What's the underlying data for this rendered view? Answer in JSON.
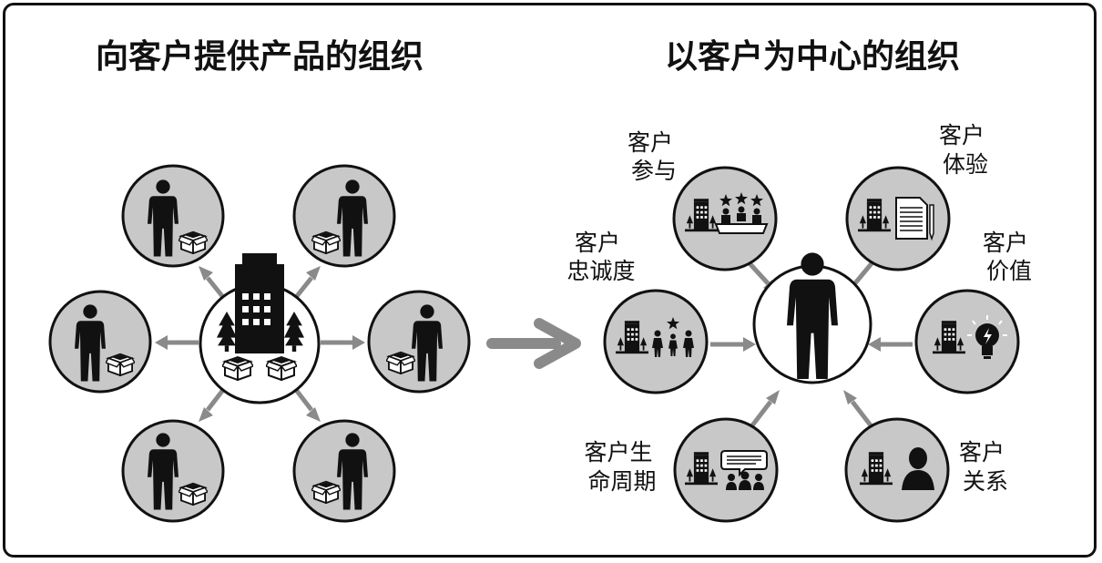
{
  "left_panel": {
    "title": "向客户提供产品的组织"
  },
  "right_panel": {
    "title": "以客户为中心的组织",
    "nodes": [
      {
        "id": "engagement",
        "lines": [
          "客户",
          "参与"
        ]
      },
      {
        "id": "experience",
        "lines": [
          "客户",
          "体验"
        ]
      },
      {
        "id": "loyalty",
        "lines": [
          "客户",
          "忠诚度"
        ]
      },
      {
        "id": "value",
        "lines": [
          "客户",
          "价值"
        ]
      },
      {
        "id": "lifecycle",
        "lines": [
          "客户生",
          "命周期"
        ]
      },
      {
        "id": "relations",
        "lines": [
          "客户",
          "关系"
        ]
      }
    ]
  },
  "icons": {
    "customer": "person-icon",
    "product": "box-icon",
    "company": "building-icon",
    "trees": "tree-icon",
    "stars": "star-icon",
    "document": "document-icon",
    "idea": "lightbulb-icon",
    "chat": "speech-bubble-icon"
  },
  "colors": {
    "circle_fill": "#c8c8c8",
    "arrow": "#8a8a8a",
    "ink": "#111111",
    "hub_fill": "#ffffff"
  }
}
